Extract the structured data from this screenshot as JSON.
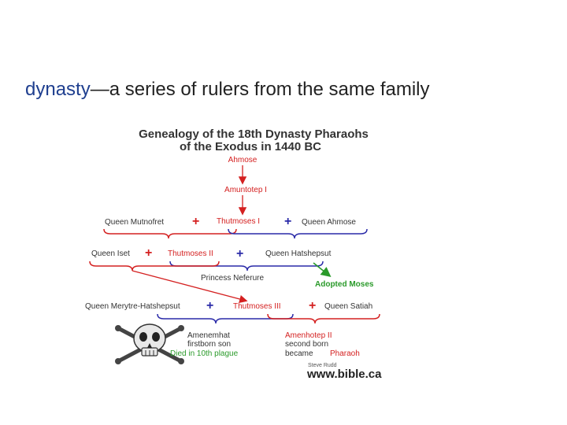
{
  "slide": {
    "term": "dynasty",
    "definition": "—a series of rulers from the same family"
  },
  "diagram": {
    "title_line1": "Genealogy of the 18th Dynasty Pharaohs",
    "title_line2": "of the Exodus in 1440 BC",
    "nodes": {
      "ahmose": "Ahmose",
      "amuntotep": "Amuntotep I",
      "queen_mutnofret": "Queen Mutnofret",
      "thutmoses1": "Thutmoses I",
      "queen_ahmose": "Queen Ahmose",
      "queen_iset": "Queen Iset",
      "thutmoses2": "Thutmoses II",
      "queen_hatshepsut": "Queen Hatshepsut",
      "princess_neferure": "Princess Neferure",
      "adopted_moses": "Adopted Moses",
      "queen_merytre": "Queen Merytre-Hatshepsut",
      "thutmoses3": "Thutmoses III",
      "queen_satiah": "Queen Satiah",
      "amenemhat_line1": "Amenemhat",
      "amenemhat_line2": "firstborn son",
      "amenemhat_line3": "Died in 10th plague",
      "amenhotep_line1": "Amenhotep II",
      "amenhotep_line2": "second born",
      "amenhotep_line3": "became",
      "amenhotep_line3b": "Pharaoh"
    },
    "credit_author": "Steve Rudd",
    "credit_site": "www.bible.ca",
    "colors": {
      "red": "#d42020",
      "blue": "#2a2aa8",
      "green": "#2a9a2a",
      "dark": "#333333"
    }
  }
}
